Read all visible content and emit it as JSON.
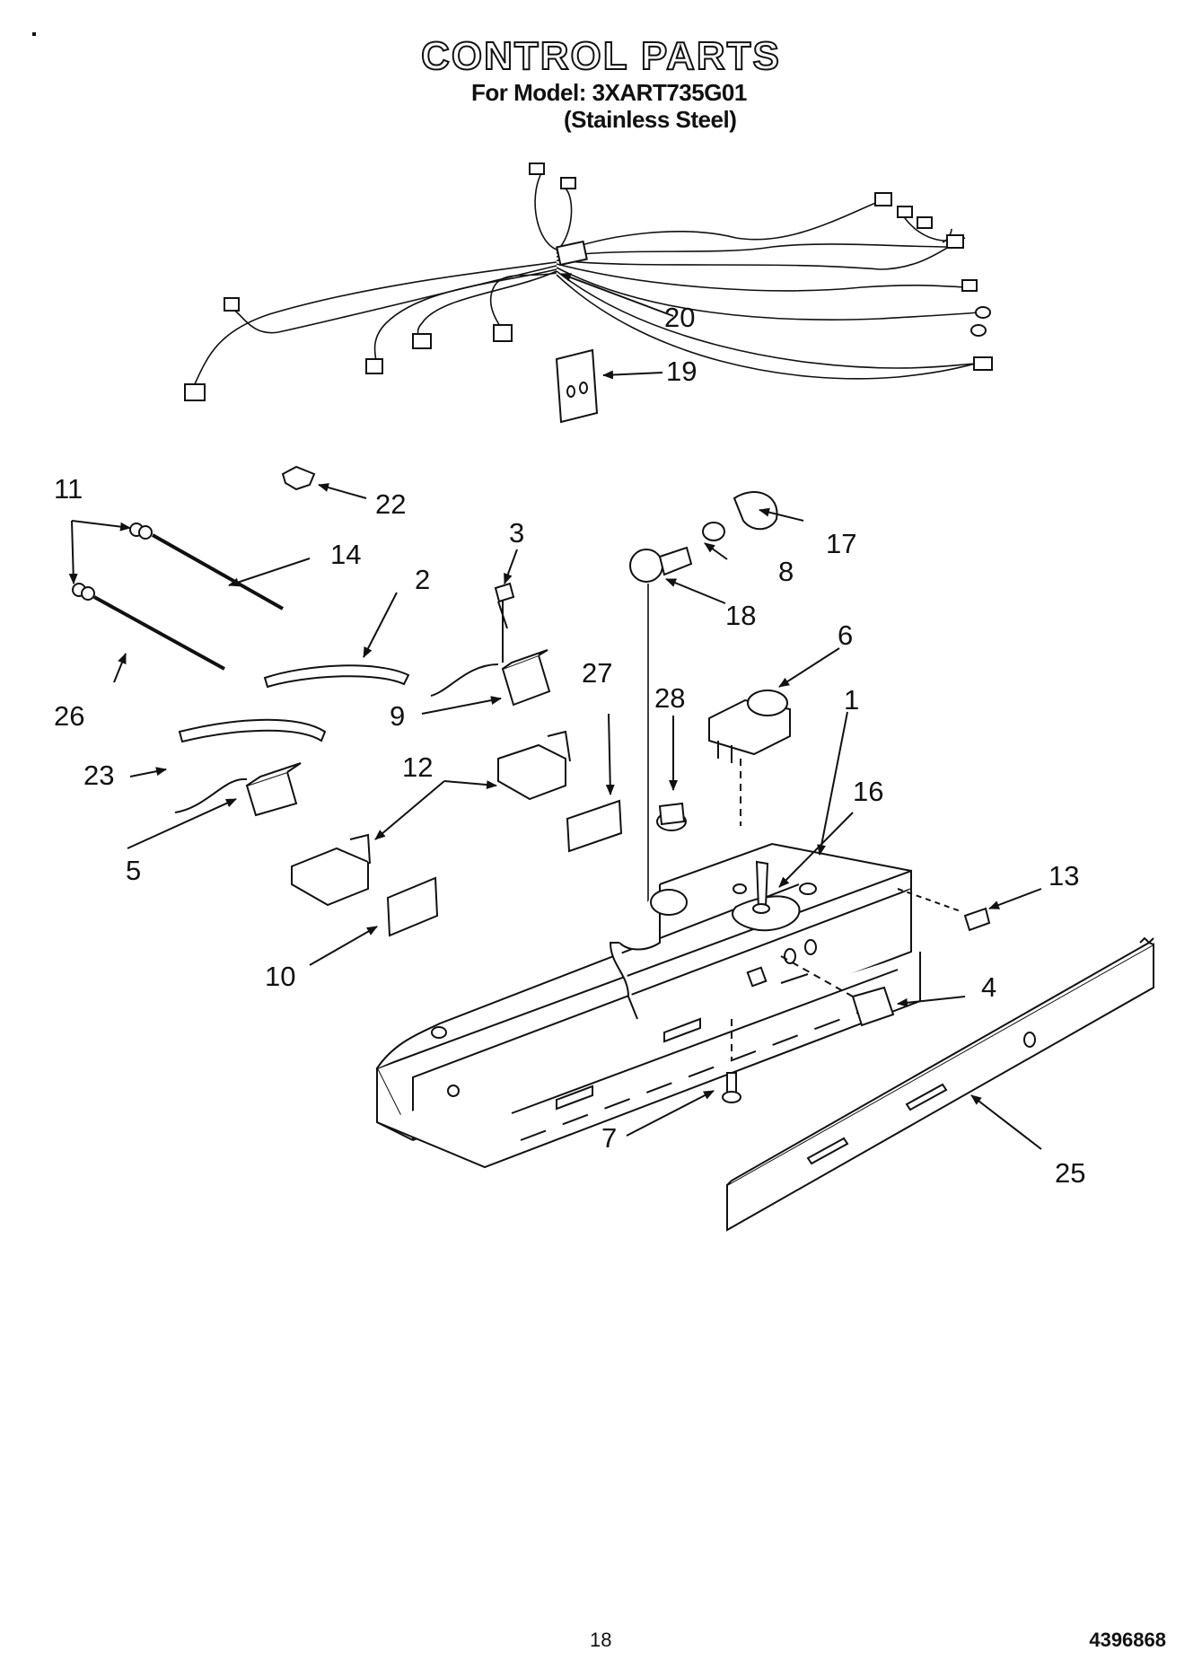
{
  "header": {
    "title": "CONTROL PARTS",
    "model_line": "For Model: 3XART735G01",
    "finish_line": "(Stainless Steel)"
  },
  "callouts": [
    "1",
    "2",
    "3",
    "4",
    "5",
    "6",
    "7",
    "8",
    "9",
    "10",
    "11",
    "12",
    "13",
    "14",
    "16",
    "17",
    "18",
    "19",
    "20",
    "22",
    "23",
    "25",
    "26",
    "27",
    "28"
  ],
  "footer": {
    "page_number": "18",
    "doc_number": "4396868"
  }
}
